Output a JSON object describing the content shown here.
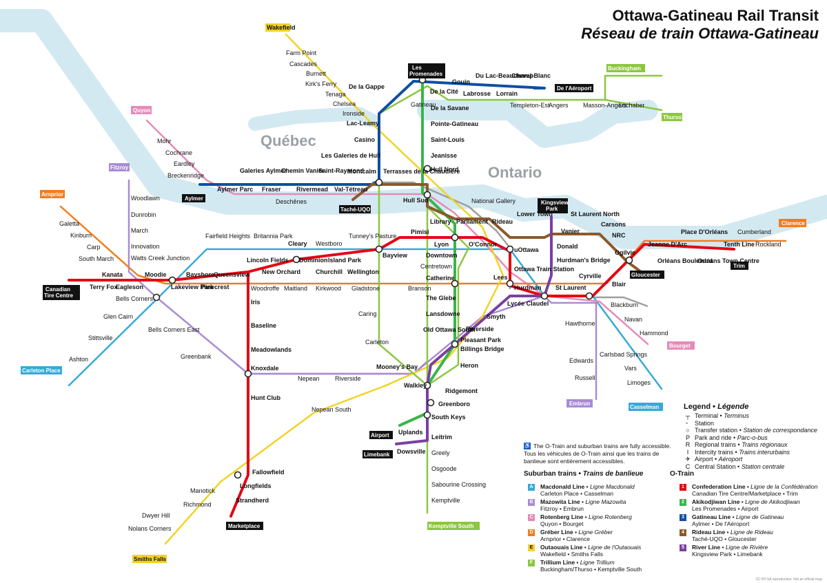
{
  "title": {
    "line1": "Ottawa-Gatineau Rail Transit",
    "line2": "Réseau de train Ottawa-Gatineau"
  },
  "regions": {
    "quebec": "Québec",
    "ontario": "Ontario"
  },
  "colors": {
    "water": "#d3e9f2",
    "confederation": "#e30613",
    "akikodjiwan": "#39b54a",
    "gatineau": "#0d4fa3",
    "rideau": "#8b5a2b",
    "river": "#7b3fa0",
    "macdonald": "#36a9d8",
    "mazowita": "#a98ad6",
    "rotenberg": "#e58ab8",
    "greber": "#f07d21",
    "outaouais": "#f2d224",
    "trillium": "#8cc63f",
    "station_fill": "#ffffff",
    "station_stroke": "#222222",
    "grey_line": "#9e9e9e"
  },
  "terminals": [
    {
      "name": "Wakefield"
    },
    {
      "name": "Les Promenades"
    },
    {
      "name": "De l'Aéroport"
    },
    {
      "name": "Buckingham"
    },
    {
      "name": "Thurso"
    },
    {
      "name": "Quyon"
    },
    {
      "name": "Fitzroy"
    },
    {
      "name": "Arnprior"
    },
    {
      "name": "Aylmer"
    },
    {
      "name": "Taché-UQO"
    },
    {
      "name": "Kingsview Park"
    },
    {
      "name": "Clarence"
    },
    {
      "name": "Trim"
    },
    {
      "name": "Gloucester"
    },
    {
      "name": "Canadian Tire Centre"
    },
    {
      "name": "Bourget"
    },
    {
      "name": "Carleton Place"
    },
    {
      "name": "Embrun"
    },
    {
      "name": "Casselman"
    },
    {
      "name": "Airport"
    },
    {
      "name": "Limebank"
    },
    {
      "name": "Marketplace"
    },
    {
      "name": "Kemptville South"
    },
    {
      "name": "Smiths Falls"
    }
  ],
  "stations": [
    {
      "name": "Farm Point"
    },
    {
      "name": "Cascades"
    },
    {
      "name": "Burnett"
    },
    {
      "name": "Kirk's Ferry"
    },
    {
      "name": "Tenaga"
    },
    {
      "name": "Chelsea"
    },
    {
      "name": "Ironside"
    },
    {
      "name": "Lac-Leamy"
    },
    {
      "name": "De la Gappe"
    },
    {
      "name": "Gatineau"
    },
    {
      "name": "De la Cité"
    },
    {
      "name": "Gouin"
    },
    {
      "name": "Labrosse"
    },
    {
      "name": "Du Lac-Beauchamp"
    },
    {
      "name": "Lorrain"
    },
    {
      "name": "Cheval-Blanc"
    },
    {
      "name": "Templeton-Est"
    },
    {
      "name": "Angers"
    },
    {
      "name": "Masson-Angers"
    },
    {
      "name": "Lochaber"
    },
    {
      "name": "De la Savane"
    },
    {
      "name": "Pointe-Gatineau"
    },
    {
      "name": "Saint-Louis"
    },
    {
      "name": "Jeanisse"
    },
    {
      "name": "Hull Nord"
    },
    {
      "name": "Casino"
    },
    {
      "name": "Les Galeries de Hull"
    },
    {
      "name": "Montcalm"
    },
    {
      "name": "Terrasses de la Chaudière"
    },
    {
      "name": "Hull Sud"
    },
    {
      "name": "Mohr"
    },
    {
      "name": "Cochrane"
    },
    {
      "name": "Eardley"
    },
    {
      "name": "Breckenridge"
    },
    {
      "name": "Galeries Aylmer"
    },
    {
      "name": "Chemin Vanier"
    },
    {
      "name": "Saint-Raymond"
    },
    {
      "name": "Aylmer Parc"
    },
    {
      "name": "Fraser"
    },
    {
      "name": "Rivermead"
    },
    {
      "name": "Val-Tétreau"
    },
    {
      "name": "Deschênes"
    },
    {
      "name": "National Gallery"
    },
    {
      "name": "Galetta"
    },
    {
      "name": "Kinburn"
    },
    {
      "name": "Carp"
    },
    {
      "name": "South March"
    },
    {
      "name": "Woodlawn"
    },
    {
      "name": "Dunrobin"
    },
    {
      "name": "March"
    },
    {
      "name": "Innovation"
    },
    {
      "name": "Watts Creek Junction"
    },
    {
      "name": "Kanata"
    },
    {
      "name": "Terry Fox"
    },
    {
      "name": "Eagleson"
    },
    {
      "name": "Moodie"
    },
    {
      "name": "Bells Corners"
    },
    {
      "name": "Glen Cairn"
    },
    {
      "name": "Stittsville"
    },
    {
      "name": "Ashton"
    },
    {
      "name": "Bells Corners East"
    },
    {
      "name": "Greenbank"
    },
    {
      "name": "Fairfield Heights"
    },
    {
      "name": "Britannia Park"
    },
    {
      "name": "Cleary"
    },
    {
      "name": "Westboro"
    },
    {
      "name": "Tunney's Pasture"
    },
    {
      "name": "Lincoln Fields"
    },
    {
      "name": "New Orchard"
    },
    {
      "name": "Dominion"
    },
    {
      "name": "Island Park"
    },
    {
      "name": "Churchill"
    },
    {
      "name": "Wellington"
    },
    {
      "name": "Bayshore"
    },
    {
      "name": "Queensview"
    },
    {
      "name": "Lakeview Park"
    },
    {
      "name": "Pinecrest"
    },
    {
      "name": "Woodroffe"
    },
    {
      "name": "Maitland"
    },
    {
      "name": "Kirkwood"
    },
    {
      "name": "Gladstone"
    },
    {
      "name": "Iris"
    },
    {
      "name": "Baseline"
    },
    {
      "name": "Meadowlands"
    },
    {
      "name": "Knoxdale"
    },
    {
      "name": "Hunt Club"
    },
    {
      "name": "Nepean"
    },
    {
      "name": "Riverside"
    },
    {
      "name": "Nepean South"
    },
    {
      "name": "Pimisi"
    },
    {
      "name": "Library"
    },
    {
      "name": "Parliament"
    },
    {
      "name": "Rideau"
    },
    {
      "name": "Lower Town"
    },
    {
      "name": "Lyon"
    },
    {
      "name": "O'Connor"
    },
    {
      "name": "Bayview"
    },
    {
      "name": "Downtown"
    },
    {
      "name": "Centretown"
    },
    {
      "name": "Catherine"
    },
    {
      "name": "uOttawa"
    },
    {
      "name": "Ottawa Train Station"
    },
    {
      "name": "Lees"
    },
    {
      "name": "Hurdman"
    },
    {
      "name": "St Laurent"
    },
    {
      "name": "St Laurent North"
    },
    {
      "name": "Vanier"
    },
    {
      "name": "Donald"
    },
    {
      "name": "Hurdman's Bridge"
    },
    {
      "name": "Carsons"
    },
    {
      "name": "NRC"
    },
    {
      "name": "Ogilvie"
    },
    {
      "name": "Cyrville"
    },
    {
      "name": "Blair"
    },
    {
      "name": "Place D'Orléans"
    },
    {
      "name": "Jeanne D'Arc"
    },
    {
      "name": "Tenth Line"
    },
    {
      "name": "Orléans Boulevard"
    },
    {
      "name": "Orléans Town Centre"
    },
    {
      "name": "Cumberland"
    },
    {
      "name": "Rockland"
    },
    {
      "name": "Branson"
    },
    {
      "name": "Caring"
    },
    {
      "name": "Carleton"
    },
    {
      "name": "The Glebe"
    },
    {
      "name": "Lansdowne"
    },
    {
      "name": "Old Ottawa South"
    },
    {
      "name": "Lycée Claudel"
    },
    {
      "name": "Smyth"
    },
    {
      "name": "Riverside"
    },
    {
      "name": "Pleasant Park"
    },
    {
      "name": "Billings Bridge"
    },
    {
      "name": "Heron"
    },
    {
      "name": "Mooney's Bay"
    },
    {
      "name": "Walkley"
    },
    {
      "name": "Ridgemont"
    },
    {
      "name": "Greenboro"
    },
    {
      "name": "South Keys"
    },
    {
      "name": "Uplands"
    },
    {
      "name": "Leitrim"
    },
    {
      "name": "Dowsville"
    },
    {
      "name": "Greely"
    },
    {
      "name": "Osgoode"
    },
    {
      "name": "Sabourine Crossing"
    },
    {
      "name": "Kemptville"
    },
    {
      "name": "Blackburn"
    },
    {
      "name": "Navan"
    },
    {
      "name": "Hammond"
    },
    {
      "name": "Hawthorne"
    },
    {
      "name": "Edwards"
    },
    {
      "name": "Carlsbad Springs"
    },
    {
      "name": "Russell"
    },
    {
      "name": "Vars"
    },
    {
      "name": "Limoges"
    },
    {
      "name": "Fallowfield"
    },
    {
      "name": "Longfields"
    },
    {
      "name": "Strandherd"
    },
    {
      "name": "Manotick"
    },
    {
      "name": "Richmond"
    },
    {
      "name": "Dwyer Hill"
    },
    {
      "name": "Nolans Corners"
    }
  ],
  "legend": {
    "title": "Legend",
    "title_fr": "Légende",
    "symbols": [
      {
        "label": "Terminal",
        "label_fr": "Terminus",
        "glyph": "┬"
      },
      {
        "label": "Station",
        "label_fr": "",
        "glyph": "╴"
      },
      {
        "label": "Transfer station",
        "label_fr": "Station de correspondance",
        "glyph": "○"
      },
      {
        "label": "Park and ride",
        "label_fr": "Parc-o-bus",
        "glyph": "P"
      },
      {
        "label": "Regional trains",
        "label_fr": "Trains régionaux",
        "glyph": "R"
      },
      {
        "label": "Intercity trains",
        "label_fr": "Trains interurbains",
        "glyph": "I"
      },
      {
        "label": "Airport",
        "label_fr": "Aéroport",
        "glyph": "✈"
      },
      {
        "label": "Central Station",
        "label_fr": "Station centrale",
        "glyph": "C"
      }
    ],
    "note": "The O-Train and suburban trains are fully accessible. Tous les véhicules de O-Train ainsi que les trains de banlieue sont entièrement accessibles.",
    "suburban_title": "Suburban trains",
    "suburban_title_fr": "Trains de banlieue",
    "suburban": [
      {
        "code": "A",
        "color": "#36a9d8",
        "name": "Macdonald Line",
        "name_fr": "Ligne Macdonald",
        "ends": "Carleton Place • Casselman"
      },
      {
        "code": "B",
        "color": "#a98ad6",
        "name": "Mazowita Line",
        "name_fr": "Ligne Mazowita",
        "ends": "Fitzroy • Embrun"
      },
      {
        "code": "C",
        "color": "#e58ab8",
        "name": "Rotenberg Line",
        "name_fr": "Ligne Rotenberg",
        "ends": "Quyon • Bourget"
      },
      {
        "code": "D",
        "color": "#f07d21",
        "name": "Gréber Line",
        "name_fr": "Ligne Gréber",
        "ends": "Arnprior • Clarence"
      },
      {
        "code": "E",
        "color": "#f2d224",
        "name": "Outaouais Line",
        "name_fr": "Ligne de l'Outaouais",
        "ends": "Wakefield • Smiths Falls"
      },
      {
        "code": "F",
        "color": "#8cc63f",
        "name": "Trillium Line",
        "name_fr": "Ligne Trillium",
        "ends": "Buckingham/Thurso • Kemptville South"
      }
    ],
    "otrain_title": "O-Train",
    "otrain": [
      {
        "code": "1",
        "color": "#e30613",
        "name": "Confederation Line",
        "name_fr": "Ligne de la Confédération",
        "ends": "Canadian Tire Centre/Marketplace • Trim"
      },
      {
        "code": "2",
        "color": "#39b54a",
        "name": "Akikodjiwan Line",
        "name_fr": "Ligne de Akikodjiwan",
        "ends": "Les Promenades • Airport"
      },
      {
        "code": "3",
        "color": "#0d4fa3",
        "name": "Gatineau Line",
        "name_fr": "Ligne de Gatineau",
        "ends": "Aylmer • De l'Aéroport"
      },
      {
        "code": "4",
        "color": "#8b5a2b",
        "name": "Rideau Line",
        "name_fr": "Ligne de Rideau",
        "ends": "Taché-UQO • Gloucester"
      },
      {
        "code": "5",
        "color": "#7b3fa0",
        "name": "River Line",
        "name_fr": "Ligne de Rivière",
        "ends": "Kingsview Park • Limebank"
      }
    ]
  },
  "copyright": "CC BY-SA reproduction. Not an official map."
}
